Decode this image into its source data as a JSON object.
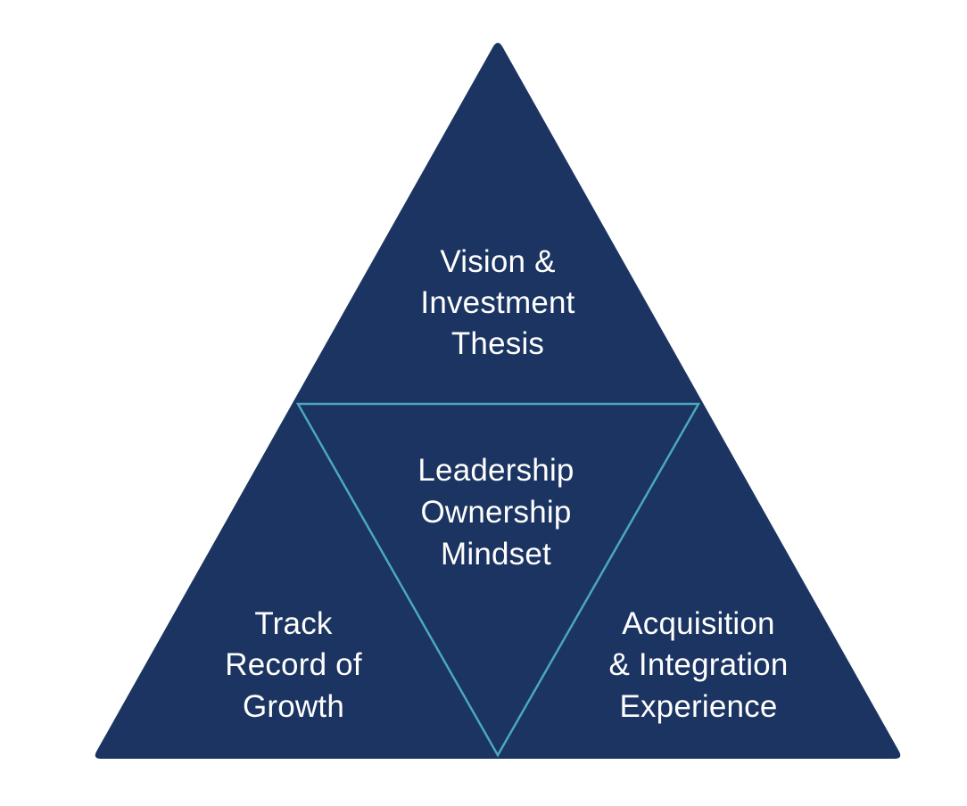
{
  "diagram": {
    "type": "pyramid-triangle",
    "colors": {
      "background": "#ffffff",
      "triangle_fill": "#1B3461",
      "inner_outline": "#4BA8BC",
      "text": "#ffffff"
    },
    "sections": {
      "top": {
        "lines": [
          "Vision &",
          "Investment",
          "Thesis"
        ]
      },
      "center": {
        "lines": [
          "Leadership",
          "Ownership",
          "Mindset"
        ]
      },
      "bottom_left": {
        "lines": [
          "Track",
          "Record of",
          "Growth"
        ]
      },
      "bottom_right": {
        "lines": [
          "Acquisition",
          "& Integration",
          "Experience"
        ]
      }
    }
  }
}
